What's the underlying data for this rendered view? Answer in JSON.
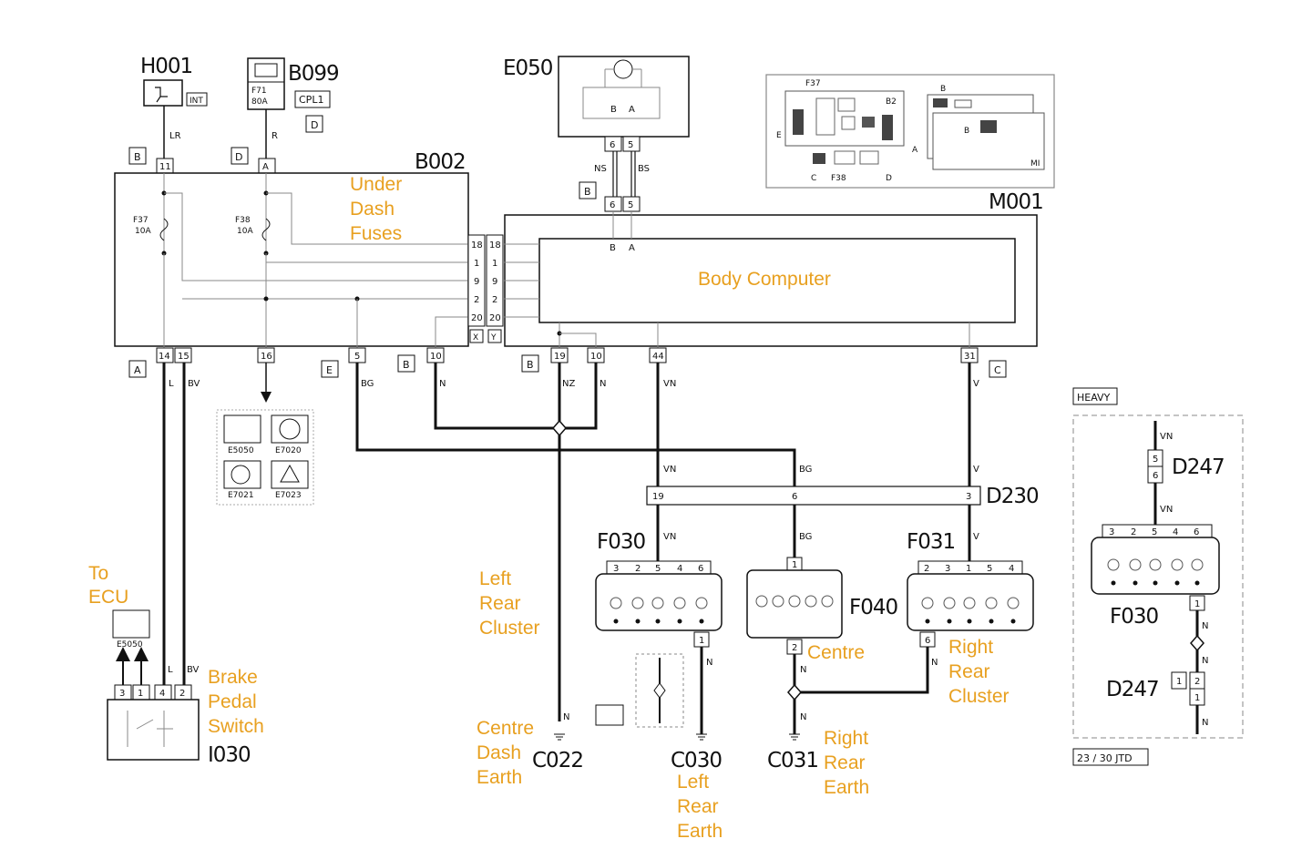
{
  "components": {
    "h001": "H001",
    "b099": "B099",
    "b002": "B002",
    "e050": "E050",
    "m001": "M001",
    "d230": "D230",
    "f030": "F030",
    "f031": "F031",
    "f040": "F040",
    "i030": "I030",
    "c022": "C022",
    "c030": "C030",
    "c031": "C031",
    "d247_top": "D247",
    "d247_bottom": "D247",
    "f030_heavy": "F030",
    "e5050": "E5050",
    "e7020": "E7020",
    "e7021": "E7021",
    "e7023": "E7023",
    "e5050_ecu": "E5050"
  },
  "tags": {
    "int": "INT",
    "cpl1": "CPL1",
    "d": "D",
    "heavy": "HEAVY",
    "jtd": "23 / 30 JTD",
    "x": "X",
    "y": "Y"
  },
  "fuses": {
    "f37": "F37",
    "f37_rating": "10A",
    "f38": "F38",
    "f38_rating": "10A",
    "f71": "F71",
    "f71_rating": "80A"
  },
  "annotations": {
    "under_dash_fuses": [
      "Under",
      "Dash",
      "Fuses"
    ],
    "body_computer": "Body Computer",
    "to_ecu": [
      "To",
      "ECU"
    ],
    "brake_pedal_switch": [
      "Brake",
      "Pedal",
      "Switch"
    ],
    "left_rear_cluster": [
      "Left",
      "Rear",
      "Cluster"
    ],
    "centre_dash_earth": [
      "Centre",
      "Dash",
      "Earth"
    ],
    "left_rear_earth": [
      "Left",
      "Rear",
      "Earth"
    ],
    "centre": "Centre",
    "right_rear_cluster": [
      "Right",
      "Rear",
      "Cluster"
    ],
    "right_rear_earth": [
      "Right",
      "Rear",
      "Earth"
    ]
  },
  "wires": {
    "lr": "LR",
    "r": "R",
    "ns": "NS",
    "bs": "BS",
    "l": "L",
    "bv": "BV",
    "bg": "BG",
    "n": "N",
    "nz": "NZ",
    "vn": "VN",
    "v": "V"
  },
  "connector_letters": {
    "b": "B",
    "d": "D",
    "a": "A",
    "e": "E",
    "c": "C"
  },
  "pins": {
    "b002_top": [
      "11",
      "A"
    ],
    "b002_right": [
      "18",
      "1",
      "9",
      "2",
      "20"
    ],
    "m001_left": [
      "18",
      "1",
      "9",
      "2",
      "20"
    ],
    "b002_bottom": [
      "14",
      "15",
      "16",
      "5",
      "10"
    ],
    "m001_bottom": [
      "19",
      "10",
      "44",
      "31"
    ],
    "e050": [
      "6",
      "5"
    ],
    "e050_ba": [
      "B",
      "A"
    ],
    "d230": [
      "19",
      "6",
      "3"
    ],
    "f030": [
      "3",
      "2",
      "5",
      "4",
      "6"
    ],
    "f031": [
      "2",
      "3",
      "1",
      "5",
      "4"
    ],
    "i030": [
      "3",
      "1",
      "4",
      "2"
    ],
    "d247_top": [
      "5",
      "6"
    ],
    "d247_bottom": [
      "1",
      "2",
      "1"
    ],
    "single_1": "1",
    "single_2": "2",
    "single_6": "6"
  },
  "locator": {
    "f37": "F37",
    "b2": "B2",
    "e": "E",
    "a": "A",
    "b": "B",
    "c": "C",
    "f38": "F38",
    "d": "D",
    "mi": "MI"
  }
}
